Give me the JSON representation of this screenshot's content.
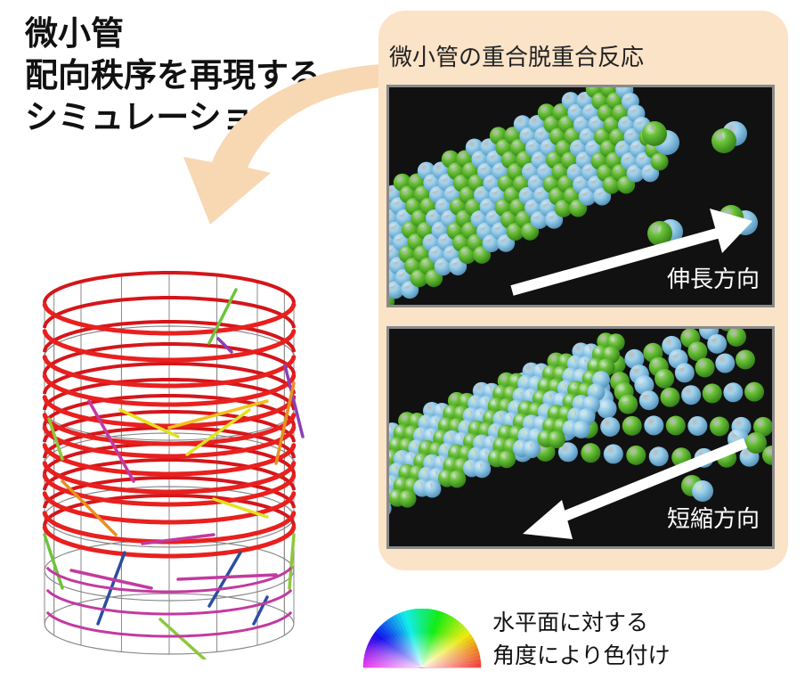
{
  "title": {
    "line1": "微小管",
    "line2": "配向秩序を再現する",
    "line3": "シミュレーション"
  },
  "panel": {
    "title": "微小管の重合脱重合反応",
    "growth_label": "伸長方向",
    "shrink_label": "短縮方向"
  },
  "legend": {
    "line1": "水平面に対する",
    "line2": "角度により色付け"
  },
  "colors": {
    "panel_bg": "#fbe3c8",
    "arrow_deco": "#f8d7b3",
    "tubulin_green": "#6cc43a",
    "tubulin_blue": "#9fd3ee",
    "horizontal_red": "#e8201e"
  }
}
